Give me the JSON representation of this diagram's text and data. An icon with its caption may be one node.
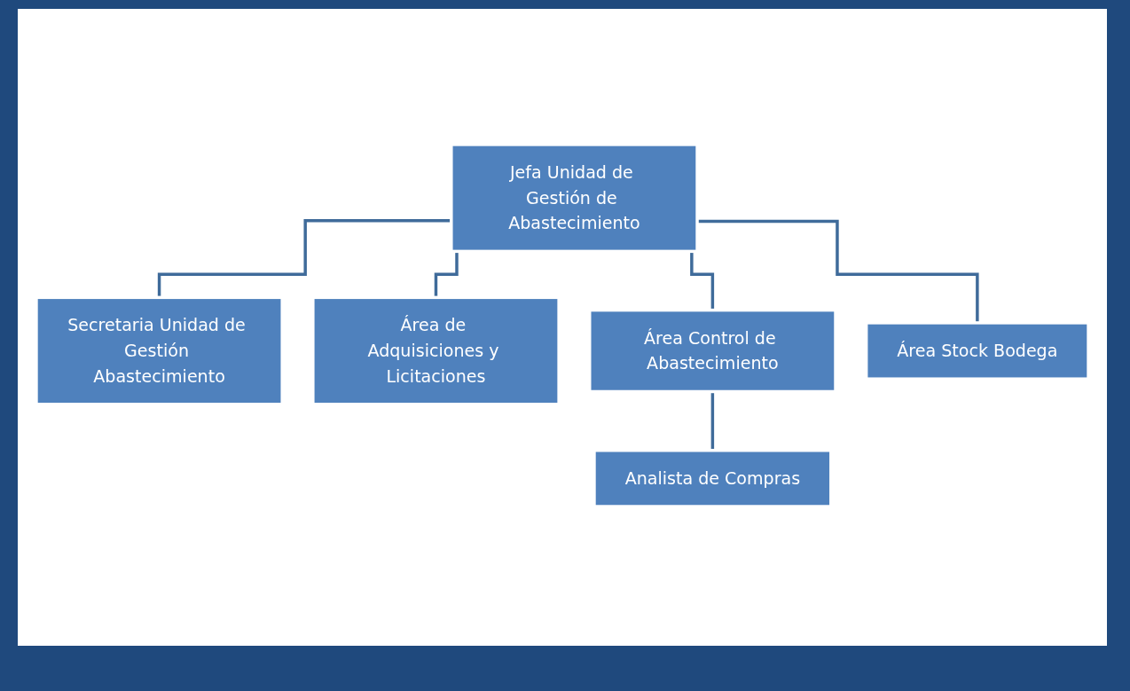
{
  "diagram": {
    "nodes": [
      {
        "text": [
          "Jefa Unidad de Gestión de Abastecimiento"
        ]
      },
      {
        "text": [
          "Secretaria Unidad de Gestión Abastecimiento"
        ]
      },
      {
        "text": [
          "Área de Adquisiciones y Licitaciones"
        ]
      },
      {
        "text": [
          "Área Control de Abastecimiento"
        ]
      },
      {
        "text": [
          "Área Stock Bodega"
        ]
      },
      {
        "text": [
          "Analista de Compras"
        ]
      }
    ],
    "edges": [
      {
        "from": 0,
        "to": 1,
        "arrow": "none"
      },
      {
        "from": 0,
        "to": 2,
        "arrow": "none"
      },
      {
        "from": 0,
        "to": 3,
        "arrow": "none"
      },
      {
        "from": 0,
        "to": 4,
        "arrow": "none"
      },
      {
        "from": 3,
        "to": 5,
        "arrow": "none"
      }
    ]
  }
}
